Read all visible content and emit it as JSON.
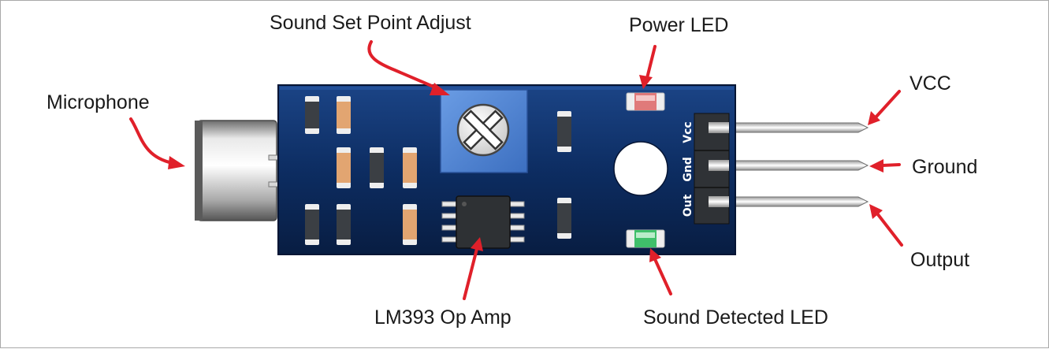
{
  "labels": {
    "microphone": "Microphone",
    "sound_set_point_adjust": "Sound Set Point Adjust",
    "power_led": "Power LED",
    "vcc": "VCC",
    "ground": "Ground",
    "output": "Output",
    "lm393_op_amp": "LM393 Op Amp",
    "sound_detected_led": "Sound Detected LED"
  },
  "pins": {
    "vcc": "Vcc",
    "gnd": "Gnd",
    "out": "Out"
  },
  "colors": {
    "board": "#0b2757",
    "board_highlight": "#1b4486",
    "potentiometer": "#4f86d6",
    "arrow": "#e0202a",
    "power_led": "#e07a7a",
    "sound_led": "#3fbf6a",
    "resistor_dark": "#3b3f44",
    "resistor_tan": "#e2a571",
    "pin_metal": "#ffffff",
    "header": "#2f3236"
  }
}
